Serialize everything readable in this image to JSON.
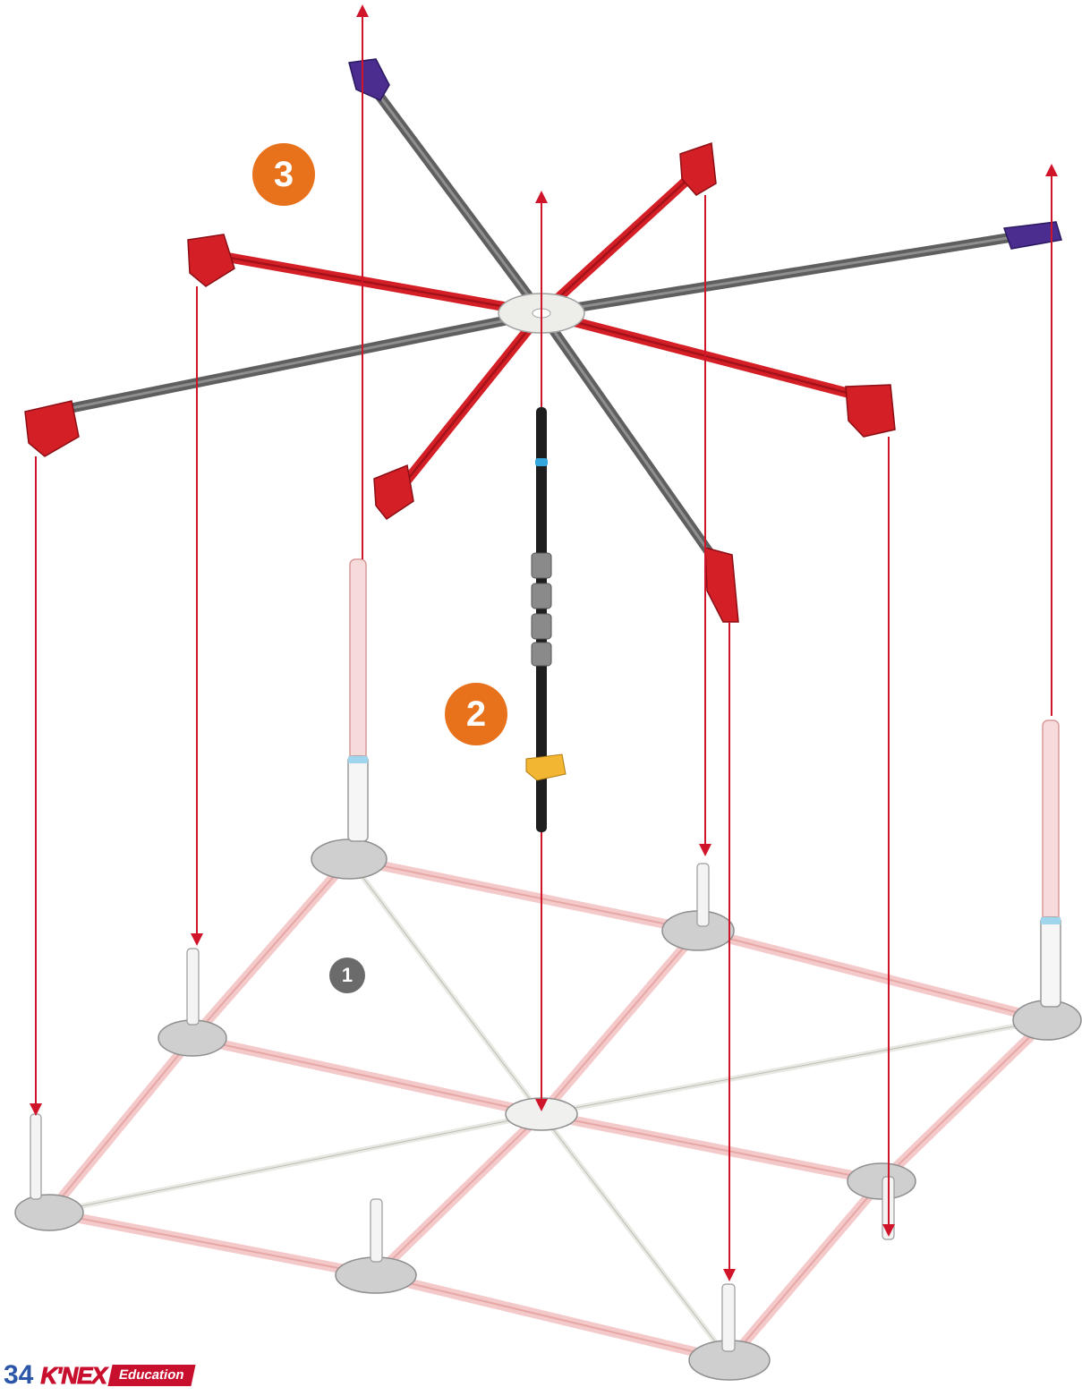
{
  "colors": {
    "accent": "#e8721c",
    "step1": "#6b6b6b",
    "arrow": "#d0142a",
    "red_part": "#d41f26",
    "gray_rod": "#6e6e6e",
    "purple_part": "#4b2d8f",
    "pink_rod": "#f6d2d2",
    "light_gray": "#d6d6d6",
    "black_rod": "#1e1e1e",
    "blue_ring": "#34a7dc",
    "yellow_clip": "#f2b632",
    "page_num": "#2c57a8"
  },
  "steps": {
    "step1": "1",
    "step2": "2",
    "step3": "3"
  },
  "footer": {
    "page_number": "34",
    "logo_brand": "K'NEX",
    "logo_tag": "Education"
  },
  "icons": [
    "step-badge-icon",
    "knex-logo-icon"
  ]
}
